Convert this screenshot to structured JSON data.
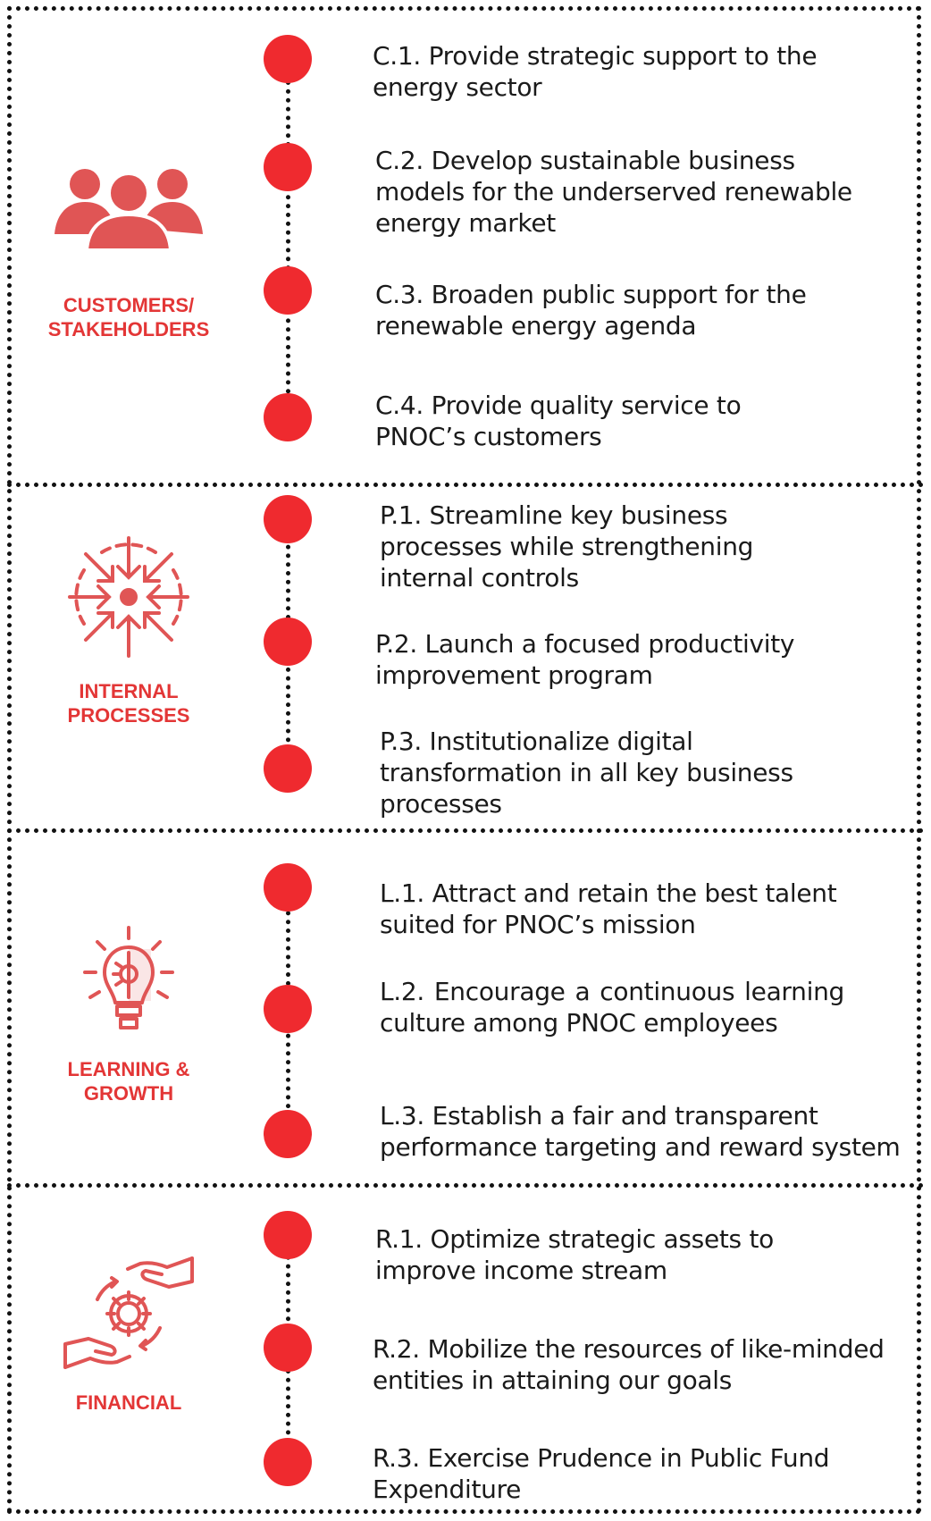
{
  "colors": {
    "accent": "#ef2a2f",
    "label": "#e33636",
    "icon": "#e05555",
    "border": "#111111"
  },
  "sections": [
    {
      "label": "CUSTOMERS/\nSTAKEHOLDERS",
      "icon": "people-group-icon",
      "items": [
        "C.1. Provide strategic support to the energy sector",
        "C.2. Develop sustainable business models for the underserved renewable energy market",
        "C.3. Broaden public support for the renewable energy agenda",
        "C.4. Provide quality service to PNOC’s customers"
      ]
    },
    {
      "label": "INTERNAL\nPROCESSES",
      "icon": "focus-arrows-icon",
      "items": [
        "P.1. Streamline key business processes while strengthening internal controls",
        "P.2. Launch a focused productivity improvement program",
        "P.3. Institutionalize digital transformation in all key business processes"
      ]
    },
    {
      "label": "LEARNING &\nGROWTH",
      "icon": "lightbulb-gear-icon",
      "items": [
        "L.1. Attract and retain the best talent suited for PNOC’s mission",
        "L.2. Encourage a continuous learning culture among PNOC employees",
        "L.3. Establish a fair and transparent performance targeting and reward system"
      ]
    },
    {
      "label": "FINANCIAL",
      "icon": "hands-gear-icon",
      "items": [
        "R.1. Optimize strategic assets to improve income stream",
        "R.2. Mobilize the resources of like-minded entities in attaining our goals",
        "R.3. Exercise Prudence in Public Fund Expenditure"
      ]
    }
  ]
}
